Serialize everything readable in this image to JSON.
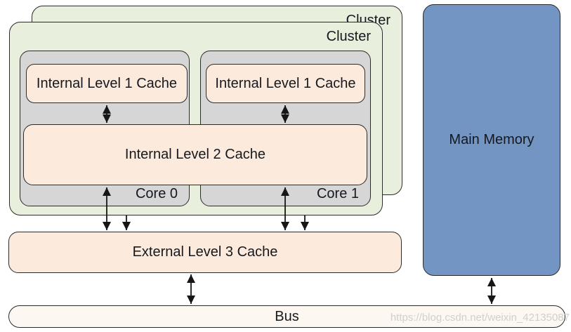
{
  "diagram": {
    "clusters": {
      "back_label": "Cluster",
      "front_label": "Cluster"
    },
    "cores": [
      {
        "label": "Core 0"
      },
      {
        "label": "Core 1"
      }
    ],
    "l1_caches": [
      {
        "label": "Internal Level 1 Cache"
      },
      {
        "label": "Internal Level 1 Cache"
      }
    ],
    "l2_cache": {
      "label": "Internal Level 2 Cache"
    },
    "l3_cache": {
      "label": "External Level 3 Cache"
    },
    "main_memory": {
      "label": "Main Memory"
    },
    "bus": {
      "label": "Bus"
    },
    "watermark": "https://blog.csdn.net/weixin_42135087"
  },
  "colors": {
    "cluster_fill": "#e9efdd",
    "core_fill": "#d6d6d7",
    "cache_fill": "#fcebdd",
    "bus_fill": "#fdf7f1",
    "memory_fill": "#7295c4",
    "border": "#2b2b2b",
    "arrow": "#161616",
    "text": "#15191f",
    "watermark_color": "#cfcfcf"
  }
}
